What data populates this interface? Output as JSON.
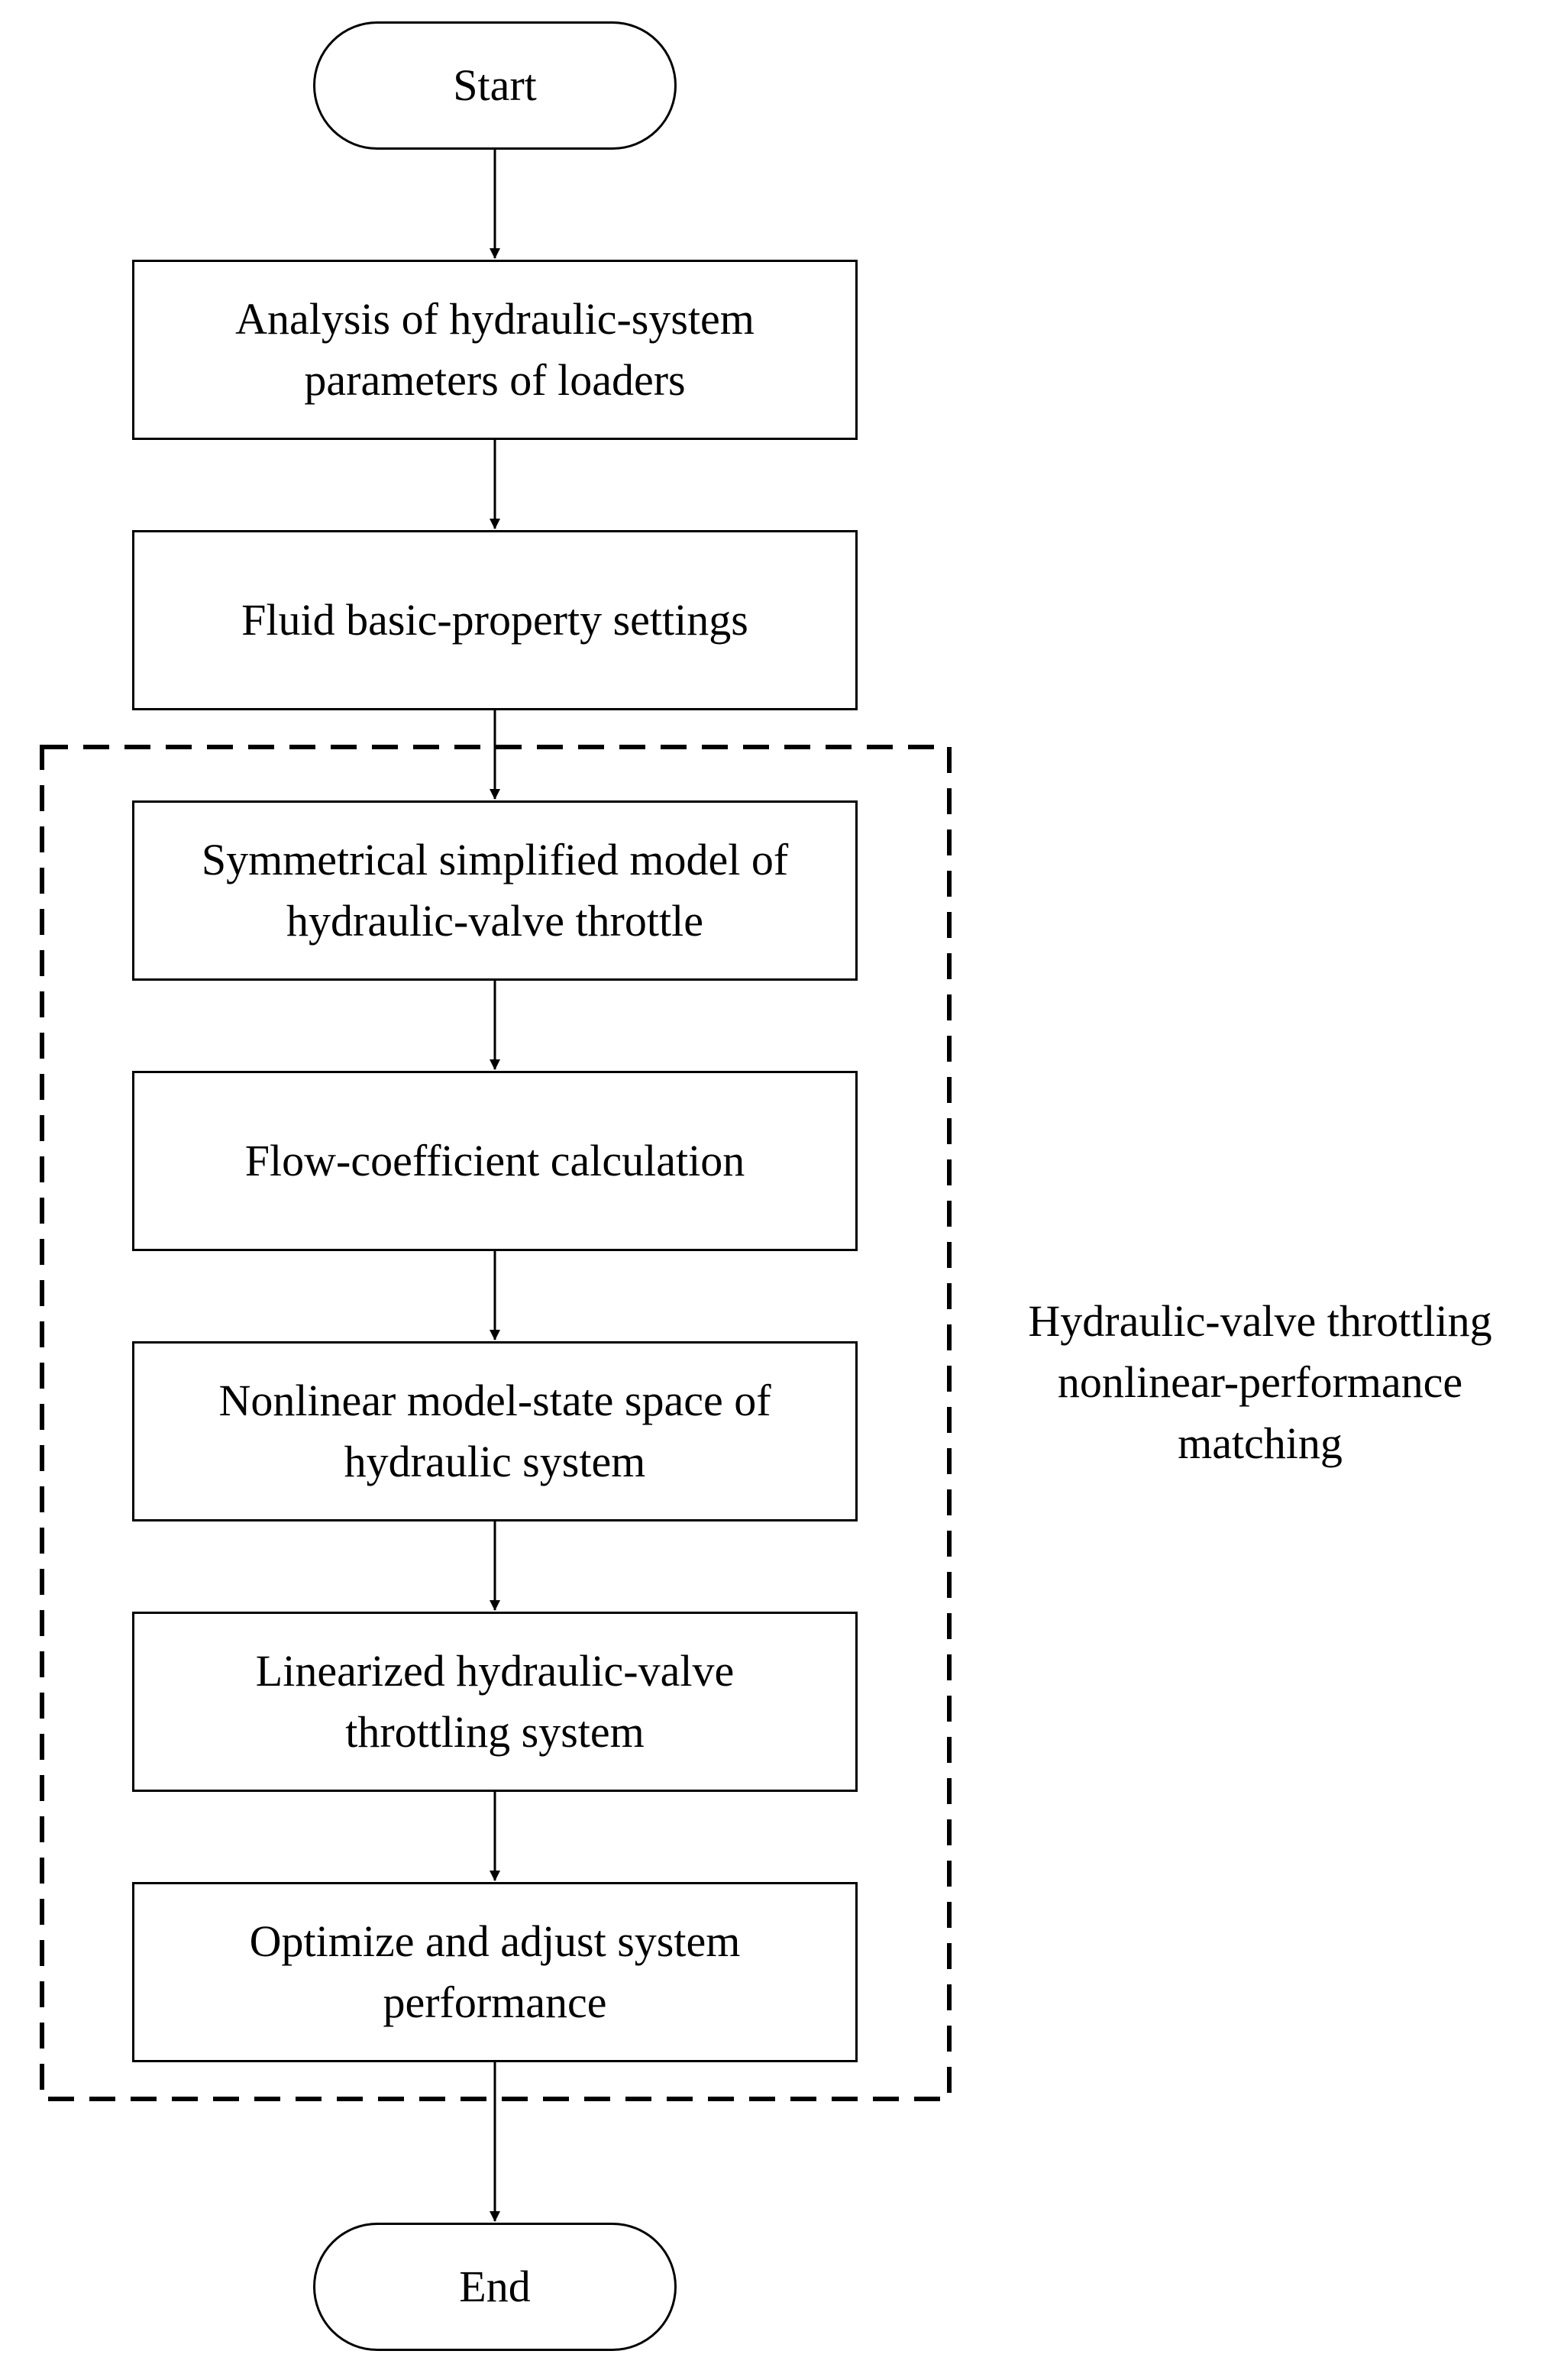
{
  "flowchart": {
    "start": "Start",
    "steps": [
      "Analysis of hydraulic-system\nparameters of loaders",
      "Fluid basic-property settings",
      "Symmetrical simplified model of\nhydraulic-valve throttle",
      "Flow-coefficient calculation",
      "Nonlinear model-state space of\nhydraulic system",
      "Linearized hydraulic-valve\nthrottling system",
      "Optimize and adjust system\nperformance"
    ],
    "end": "End",
    "group_label": "Hydraulic-valve throttling\nnonlinear-performance\nmatching"
  },
  "colors": {
    "stroke": "#000000",
    "background": "#ffffff"
  }
}
